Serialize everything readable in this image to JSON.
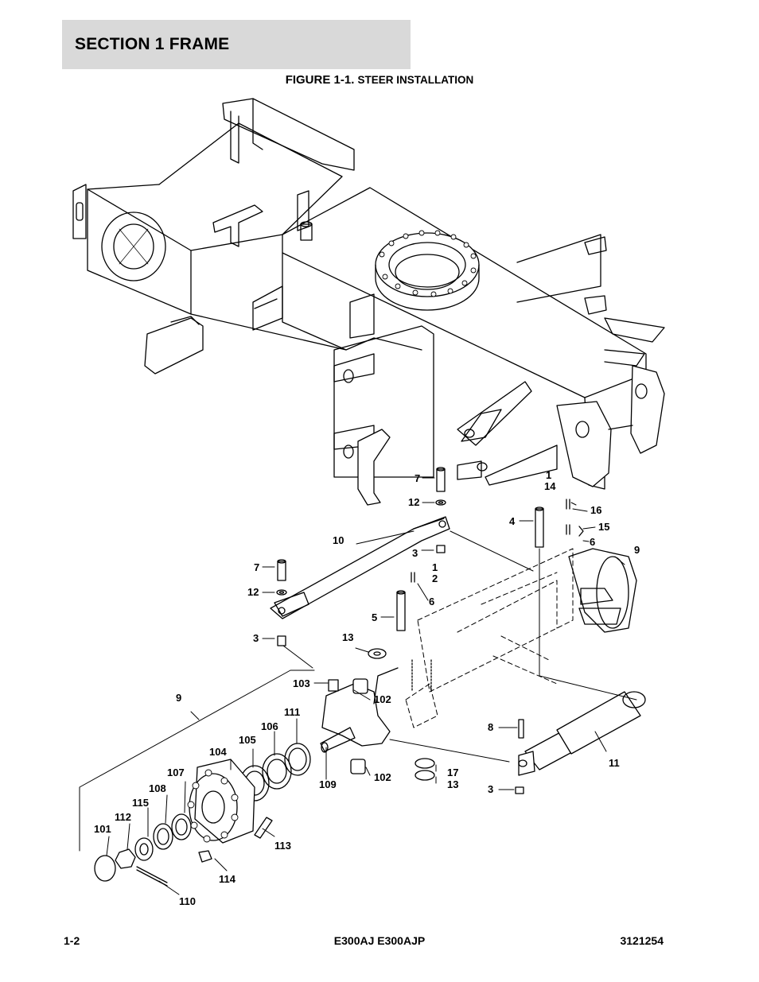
{
  "section": {
    "title": "SECTION 1  FRAME"
  },
  "figure": {
    "label": "FIGURE 1-1.",
    "name": "STEER INSTALLATION"
  },
  "callouts": {
    "c1a": "1",
    "c14": "14",
    "c7a": "7",
    "c12a": "12",
    "c16": "16",
    "c4": "4",
    "c15": "15",
    "c6a": "6",
    "c9a": "9",
    "c10": "10",
    "c3a": "3",
    "c7b": "7",
    "c1b": "1",
    "c2": "2",
    "c12b": "12",
    "c6b": "6",
    "c5": "5",
    "c3b": "3",
    "c13a": "13",
    "c103": "103",
    "c9b": "9",
    "c102a": "102",
    "c111": "111",
    "c106": "106",
    "c8": "8",
    "c105": "105",
    "c104": "104",
    "c107": "107",
    "c108": "108",
    "c109": "109",
    "c102b": "102",
    "c17": "17",
    "c13b": "13",
    "c11": "11",
    "c3c": "3",
    "c115": "115",
    "c112": "112",
    "c101": "101",
    "c113": "113",
    "c114": "114",
    "c110": "110"
  },
  "footer": {
    "page": "1-2",
    "model": "E300AJ E300AJP",
    "docnum": "3121254"
  }
}
